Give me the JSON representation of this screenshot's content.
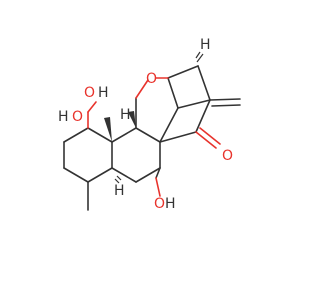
{
  "colors": {
    "bond": "#333333",
    "heteroatom": "#e8332c",
    "background": "#ffffff"
  },
  "labels": {
    "oh_top_h": "H",
    "oh_top_o": "O",
    "oh_left_o": "O",
    "oh_left_h": "H",
    "ring_o": "O",
    "ketone_o": "O",
    "oh_bottom_o": "O",
    "oh_bottom_h": "H",
    "h_bridgehead": "H",
    "h_upper_right": "H",
    "h_lower": "H"
  }
}
